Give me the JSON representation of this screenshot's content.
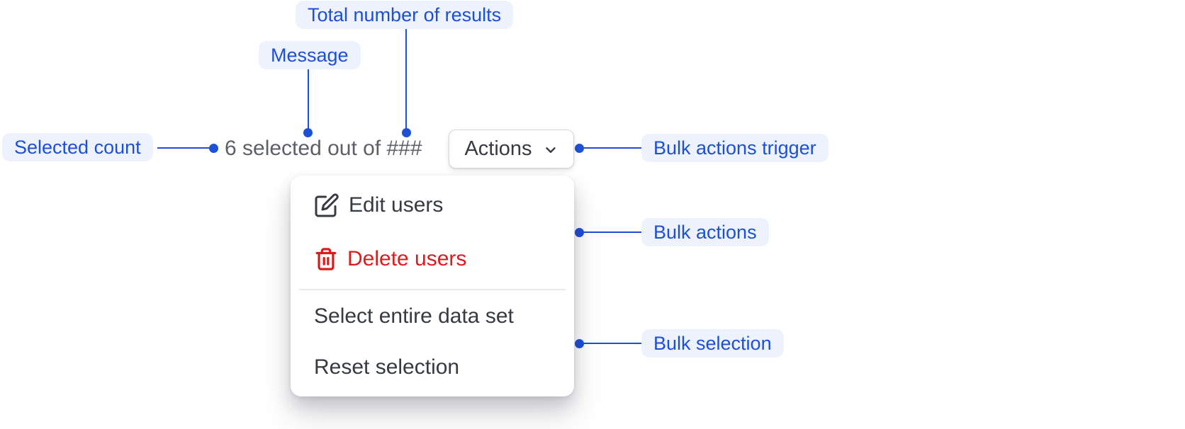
{
  "colors": {
    "accent_blue": "#1d4fd7",
    "annotation_pill_bg": "#edf2fd",
    "danger_red": "#dc1c1c",
    "muted_text": "#5c6067",
    "dark_text": "#363a41",
    "button_border": "#d5d9dd",
    "divider": "#e7e9eb",
    "surface": "#ffffff"
  },
  "annotations": {
    "total_results": {
      "label": "Total number of results"
    },
    "message": {
      "label": "Message"
    },
    "selected_count": {
      "label": "Selected count"
    },
    "bulk_actions_trigger": {
      "label": "Bulk actions trigger"
    },
    "bulk_actions": {
      "label": "Bulk actions"
    },
    "bulk_selection": {
      "label": "Bulk selection"
    }
  },
  "component": {
    "selection_message": "6 selected out of ###",
    "actions_button": {
      "label": "Actions",
      "icon": "chevron-down-icon"
    },
    "menu": {
      "items": [
        {
          "label": "Edit users",
          "icon": "pencil-square-icon",
          "variant": "default"
        },
        {
          "label": "Delete users",
          "icon": "trash-icon",
          "variant": "danger"
        },
        {
          "label": "Select entire data set",
          "variant": "default"
        },
        {
          "label": "Reset selection",
          "variant": "default"
        }
      ]
    }
  }
}
